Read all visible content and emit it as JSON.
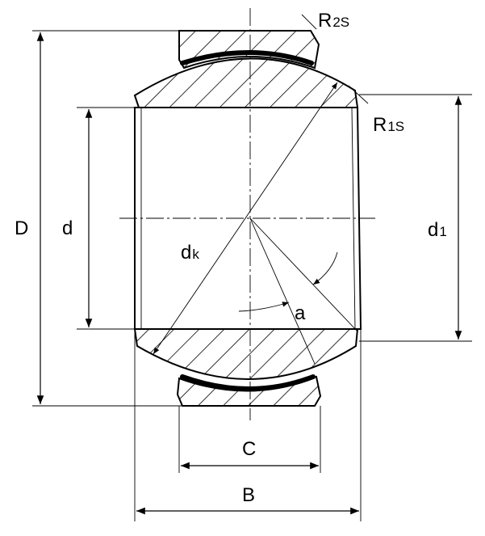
{
  "labels": {
    "outer_diameter": "D",
    "bore_diameter": "d",
    "inner_ring_diameter": "d",
    "inner_ring_diameter_sub": "1",
    "sphere_diameter": "d",
    "sphere_diameter_sub": "k",
    "outer_width": "C",
    "inner_width": "B",
    "tilt_angle": "a",
    "outer_radius": "R",
    "outer_radius_sub": "2S",
    "inner_radius": "R",
    "inner_radius_sub": "1S"
  },
  "colors": {
    "line": "#000000",
    "background": "#ffffff"
  }
}
